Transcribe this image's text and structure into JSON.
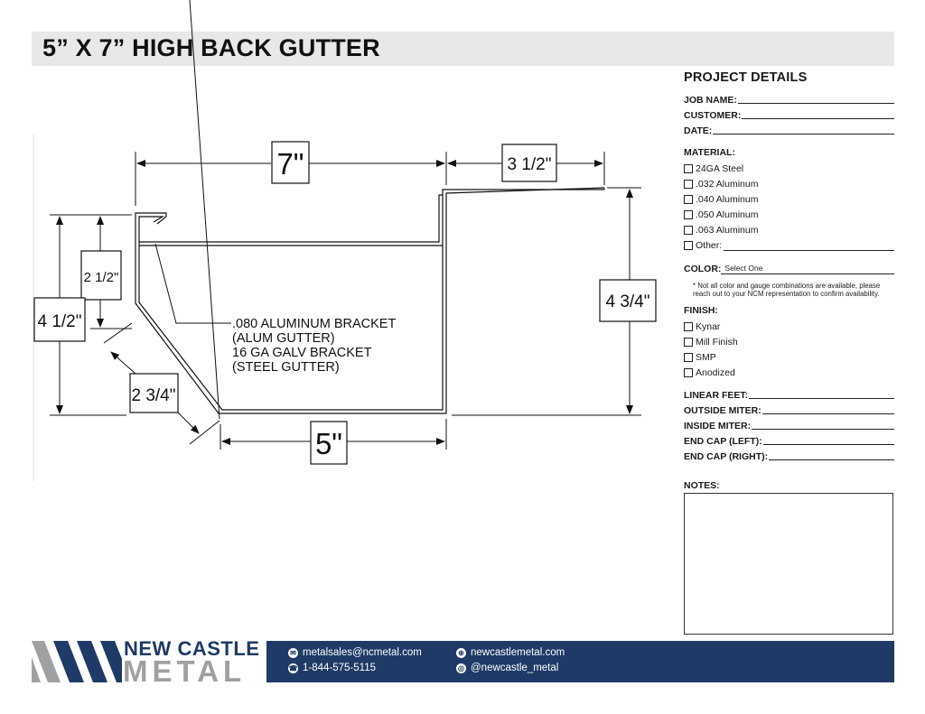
{
  "header": {
    "title": "5” X 7” HIGH BACK GUTTER"
  },
  "drawing": {
    "dim_top": "7\"",
    "dim_top_right": "3 1/2\"",
    "dim_left_inner": "2 1/2\"",
    "dim_left_outer": "4 1/2\"",
    "dim_right": "4 3/4\"",
    "dim_bevel": "2 3/4\"",
    "dim_bottom": "5\"",
    "bracket_note": [
      ".080 ALUMINUM BRACKET",
      "(ALUM GUTTER)",
      "16 GA GALV BRACKET",
      "(STEEL GUTTER)"
    ]
  },
  "project": {
    "heading": "PROJECT DETAILS",
    "fields": [
      "JOB NAME:",
      "CUSTOMER:",
      "DATE:"
    ],
    "material_label": "MATERIAL:",
    "materials": [
      "24GA Steel",
      ".032 Aluminum",
      ".040 Aluminum",
      ".050 Aluminum",
      ".063 Aluminum",
      "Other:"
    ],
    "color_label": "COLOR:",
    "color_value": "Select One",
    "color_note": "* Not all color and gauge combinations are available, please reach out to your NCM representation to confirm availability.",
    "finish_label": "FINISH:",
    "finishes": [
      "Kynar",
      "Mill Finish",
      "SMP",
      "Anodized"
    ],
    "order_fields": [
      "LINEAR FEET:",
      "OUTSIDE MITER:",
      "INSIDE MITER:",
      "END CAP (LEFT):",
      "END CAP (RIGHT):"
    ],
    "notes_label": "NOTES:"
  },
  "footer": {
    "brand_top": "NEW CASTLE",
    "brand_bottom": "METAL",
    "email": "metalsales@ncmetal.com",
    "phone": "1-844-575-5115",
    "website": "newcastlemetal.com",
    "social": "@newcastle_metal",
    "colors": {
      "navy": "#1f3a66",
      "gray": "#9ea0a2"
    }
  }
}
